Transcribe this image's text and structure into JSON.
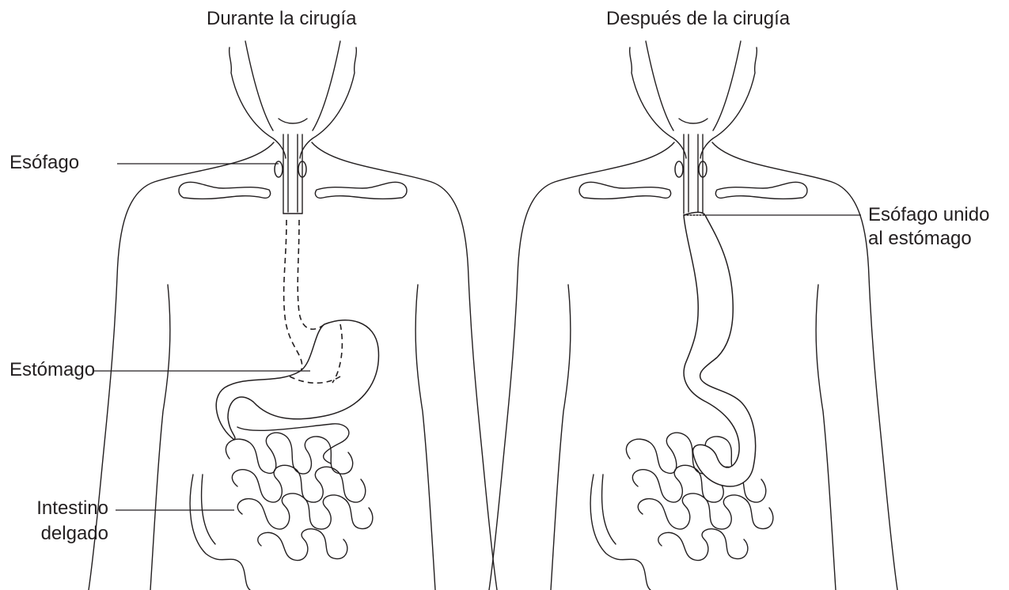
{
  "panels": [
    {
      "title": "Durante la cirugía",
      "labels": {
        "esophagus": "Esófago",
        "stomach": "Estómago",
        "intestine_line1": "Intestino",
        "intestine_line2": "delgado"
      }
    },
    {
      "title": "Después de la cirugía",
      "labels": {
        "joined_line1": "Esófago unido",
        "joined_line2": "al estómago"
      }
    }
  ]
}
